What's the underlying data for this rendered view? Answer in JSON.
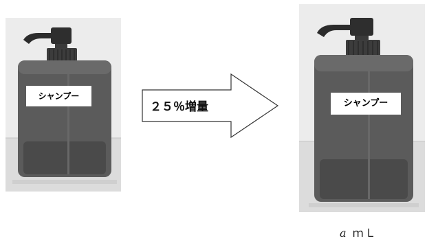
{
  "before": {
    "label": "シャンプー"
  },
  "arrow": {
    "text": "２５％増量"
  },
  "after": {
    "label": "シャンプー",
    "volume": {
      "variable": "a",
      "unit": "ｍＬ"
    }
  },
  "colors": {
    "background": "#ffffff",
    "photo_background": "#e9e9e9",
    "bottle_body": "#5b5b5b",
    "label_background": "#ffffff",
    "arrow_outline": "#333333"
  },
  "icons": [
    "shampoo-bottle-photo",
    "right-arrow"
  ]
}
